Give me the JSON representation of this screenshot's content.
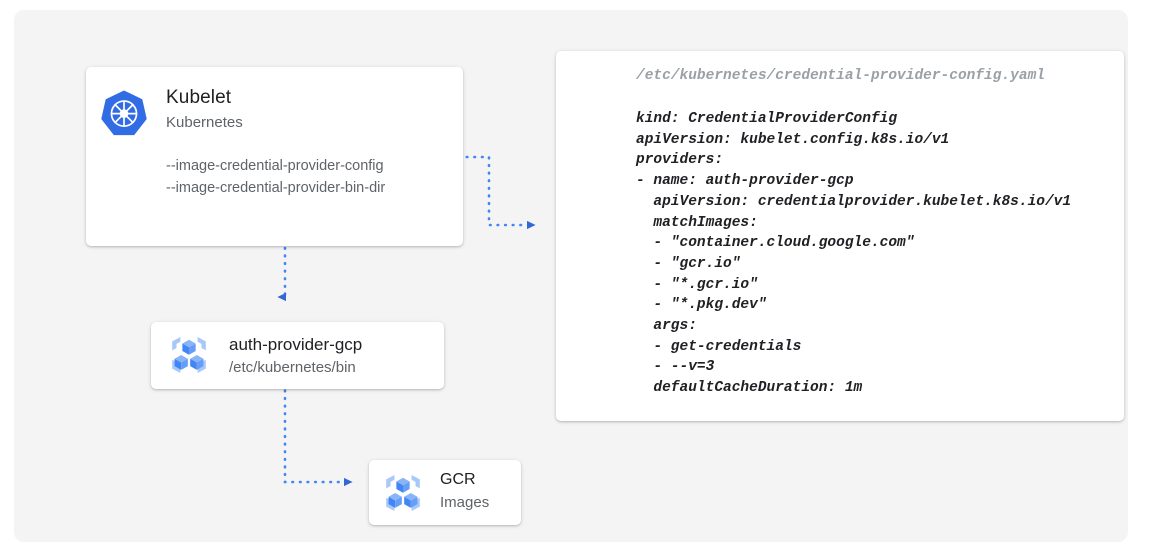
{
  "theme": {
    "page_background": "#ffffff",
    "stage_background": "#f4f4f4",
    "card_background": "#ffffff",
    "text_primary": "#202124",
    "text_secondary": "#5f6368",
    "text_muted": "#9aa0a6",
    "accent_blue": "#3367d6",
    "connector_blue": "#4285f4",
    "kubernetes_blue": "#326ce5",
    "registry_icon_blue": "#4285f4",
    "registry_icon_light": "#a8c7fa"
  },
  "diagram": {
    "kubelet": {
      "icon": "kubernetes-logo-icon",
      "title": "Kubelet",
      "subtitle": "Kubernetes",
      "flags": [
        "--image-credential-provider-config",
        "--image-credential-provider-bin-dir"
      ]
    },
    "provider": {
      "icon": "container-registry-icon",
      "title": "auth-provider-gcp",
      "subtitle": "/etc/kubernetes/bin"
    },
    "registry": {
      "icon": "container-registry-icon",
      "title": "GCR",
      "subtitle": "Images"
    },
    "config_file": {
      "path": "/etc/kubernetes/credential-provider-config.yaml",
      "lines": [
        "kind: CredentialProviderConfig",
        "apiVersion: kubelet.config.k8s.io/v1",
        "providers:",
        "- name: auth-provider-gcp",
        "  apiVersion: credentialprovider.kubelet.k8s.io/v1",
        "  matchImages:",
        "  - \"container.cloud.google.com\"",
        "  - \"gcr.io\"",
        "  - \"*.gcr.io\"",
        "  - \"*.pkg.dev\"",
        "  args:",
        "  - get-credentials",
        "  - --v=3",
        "  defaultCacheDuration: 1m"
      ],
      "text": "kind: CredentialProviderConfig\napiVersion: kubelet.config.k8s.io/v1\nproviders:\n- name: auth-provider-gcp\n  apiVersion: credentialprovider.kubelet.k8s.io/v1\n  matchImages:\n  - \"container.cloud.google.com\"\n  - \"gcr.io\"\n  - \"*.gcr.io\"\n  - \"*.pkg.dev\"\n  args:\n  - get-credentials\n  - --v=3\n  defaultCacheDuration: 1m"
    },
    "connectors": [
      {
        "name": "kubelet-to-config-file",
        "from": "kubelet.flags",
        "to": "config_file",
        "style": "dotted",
        "arrowhead": "right"
      },
      {
        "name": "kubelet-to-provider",
        "from": "kubelet",
        "to": "provider",
        "style": "dotted",
        "arrowhead": "down"
      },
      {
        "name": "provider-to-registry",
        "from": "provider",
        "to": "registry",
        "style": "dotted",
        "arrowhead": "right"
      }
    ]
  }
}
